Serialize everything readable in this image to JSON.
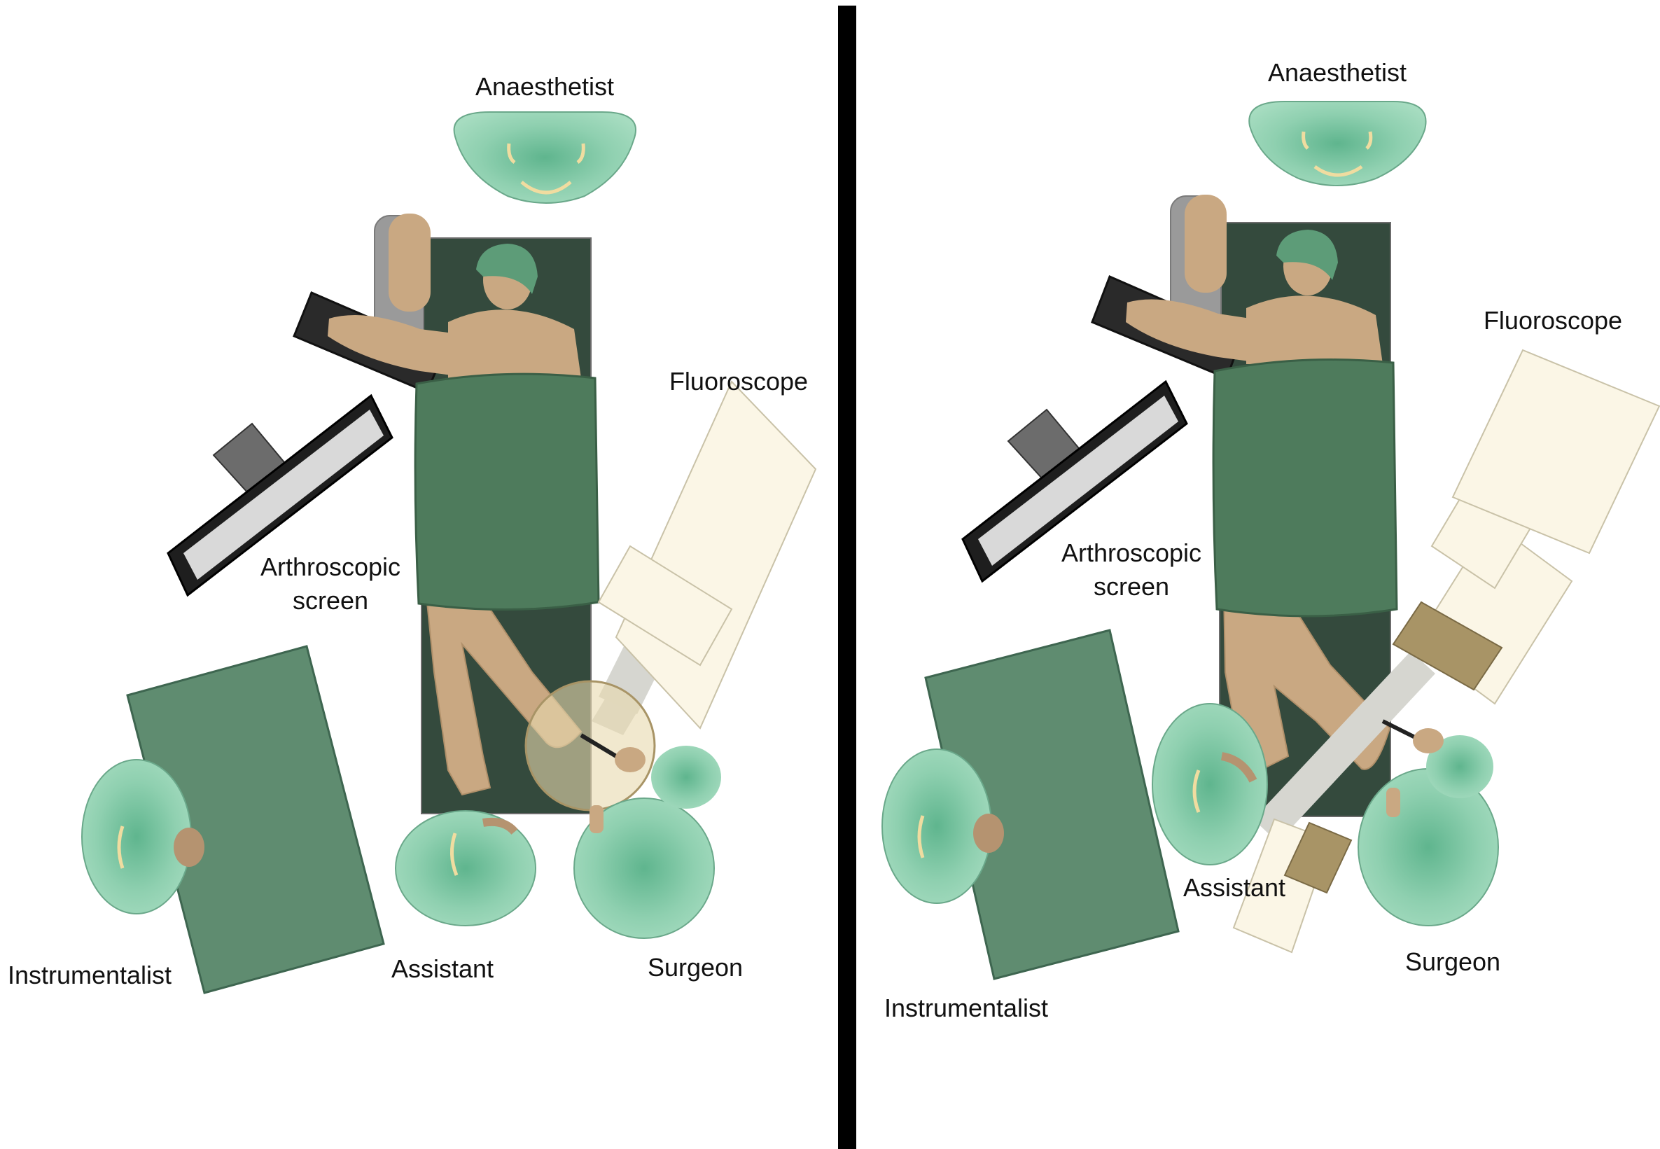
{
  "panels": [
    {
      "id": "left",
      "labels": {
        "anaesthetist": "Anaesthetist",
        "fluoroscope": "Fluoroscope",
        "screen_line1": "Arthroscopic",
        "screen_line2": "screen",
        "instrumentalist": "Instrumentalist",
        "assistant": "Assistant",
        "surgeon": "Surgeon"
      }
    },
    {
      "id": "right",
      "labels": {
        "anaesthetist": "Anaesthetist",
        "fluoroscope": "Fluoroscope",
        "screen_line1": "Arthroscopic",
        "screen_line2": "screen",
        "instrumentalist": "Instrumentalist",
        "assistant": "Assistant",
        "surgeon": "Surgeon"
      }
    }
  ],
  "colors": {
    "table": "#344a3d",
    "drape": "#4e7b5c",
    "skin": "#c9a882",
    "staff_gown": "#8fd0b0",
    "instrument_table": "#5f8c70",
    "fluoroscope_body": "#fbf6e6",
    "fluoroscope_detector": "#a89466",
    "monitor_frame": "#1e1e1e",
    "divider": "#000000"
  }
}
